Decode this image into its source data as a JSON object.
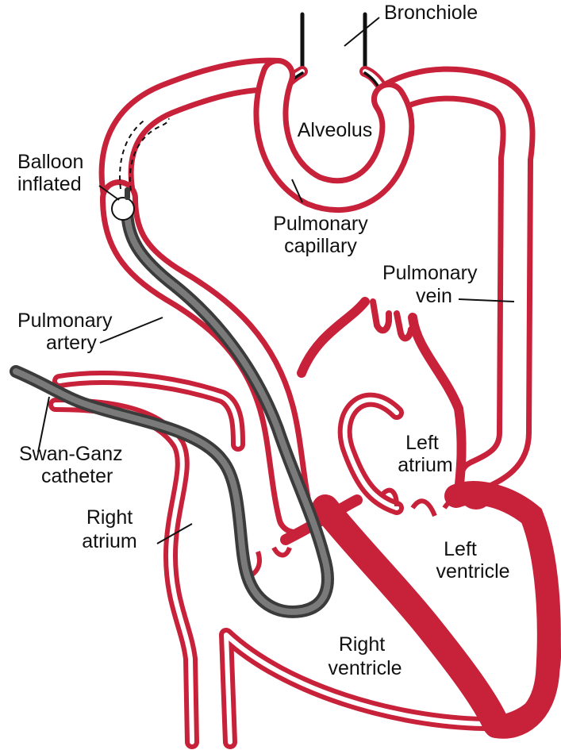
{
  "diagram": {
    "labels": {
      "bronchiole": "Bronchiole",
      "alveolus": "Alveolus",
      "balloon_line1": "Balloon",
      "balloon_line2": "inflated",
      "pulmonary_capillary_line1": "Pulmonary",
      "pulmonary_capillary_line2": "capillary",
      "pulmonary_vein_line1": "Pulmonary",
      "pulmonary_vein_line2": "vein",
      "pulmonary_artery_line1": "Pulmonary",
      "pulmonary_artery_line2": "artery",
      "swan_ganz_line1": "Swan-Ganz",
      "swan_ganz_line2": "catheter",
      "left_atrium_line1": "Left",
      "left_atrium_line2": "atrium",
      "right_atrium_line1": "Right",
      "right_atrium_line2": "atrium",
      "left_ventricle_line1": "Left",
      "left_ventricle_line2": "ventricle",
      "right_ventricle_line1": "Right",
      "right_ventricle_line2": "ventricle"
    },
    "colors": {
      "vessel_wall": "#c8213a",
      "catheter": "#555555",
      "outline": "#111111",
      "background": "#ffffff"
    }
  }
}
